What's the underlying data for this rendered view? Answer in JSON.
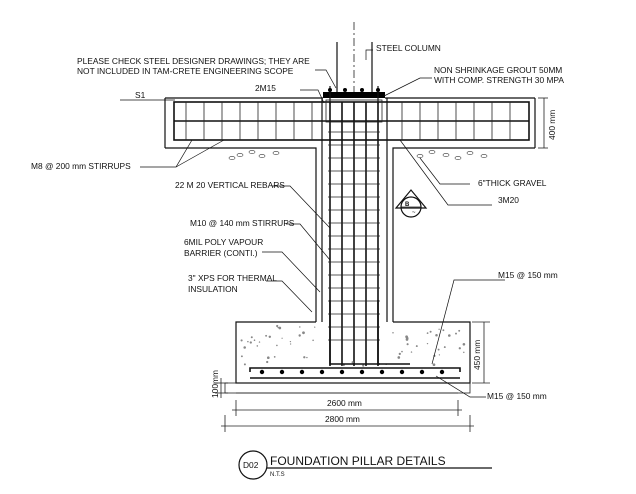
{
  "labels": {
    "steel_column": "STEEL COLUMN",
    "designer_note_1": "PLEASE CHECK STEEL DESIGNER DRAWINGS; THEY ARE",
    "designer_note_2": "NOT INCLUDED IN TAM-CRETE ENGINEERING SCOPE",
    "grout_1": "NON SHRINKAGE GROUT 50MM",
    "grout_2": "WITH COMP. STRENGTH 30 MPA",
    "top_bars": "2M15",
    "slab": "S1",
    "slab_thickness": "400 mm",
    "stirrups_slab": "M8 @ 200 mm STIRRUPS",
    "gravel": "6\"THICK GRAVEL",
    "vertical_rebars": "22 M 20  VERTICAL REBARS",
    "bottom_bars": "3M20",
    "stirrups_pillar": "M10 @ 140 mm STIRRUPS",
    "poly_1": "6MIL POLY VAPOUR",
    "poly_2": "BARRIER (CONTI.)",
    "xps_1": "3\" XPS FOR THERMAL",
    "xps_2": "INSULATION",
    "footing_top_bars": "M15 @ 150 mm",
    "footing_depth": "450 mm",
    "footing_bottom_bars": "M15 @ 150 mm",
    "lean_depth": "100mm",
    "footing_width": "2600 mm",
    "overall_width": "2800 mm",
    "section_letter": "B",
    "section_sheet": "~"
  },
  "title_block": {
    "code": "D02",
    "title": "FOUNDATION PILLAR  DETAILS",
    "scale": "N.T.S"
  }
}
